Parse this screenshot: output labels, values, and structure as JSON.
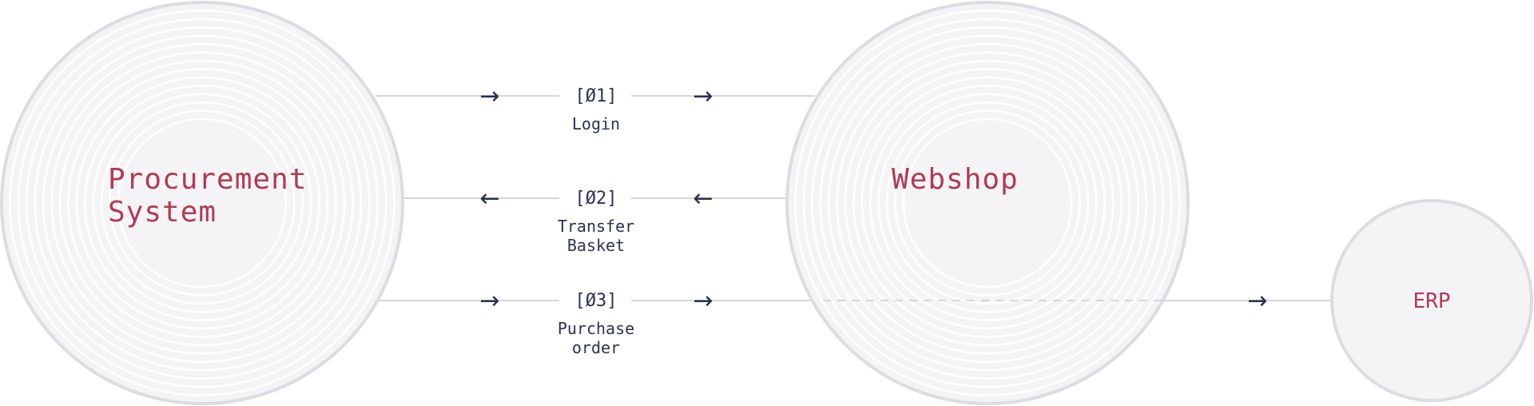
{
  "nodes": {
    "procurement": {
      "line1": "Procurement",
      "line2": "System"
    },
    "webshop": {
      "label": "Webshop"
    },
    "erp": {
      "label": "ERP"
    }
  },
  "steps": [
    {
      "number": "[Ø1]",
      "label_lines": [
        "Login"
      ],
      "direction": "right"
    },
    {
      "number": "[Ø2]",
      "label_lines": [
        "Transfer",
        "Basket"
      ],
      "direction": "left"
    },
    {
      "number": "[Ø3]",
      "label_lines": [
        "Purchase",
        "order"
      ],
      "direction": "right"
    }
  ],
  "arrows": {
    "right": "→",
    "left": "←"
  },
  "colors": {
    "label_accent": "#b23a54",
    "text_dark": "#2c3152",
    "circle_fill": "#f4f4f7",
    "circle_stroke": "#dcdce2",
    "line": "#d6d6dd"
  }
}
